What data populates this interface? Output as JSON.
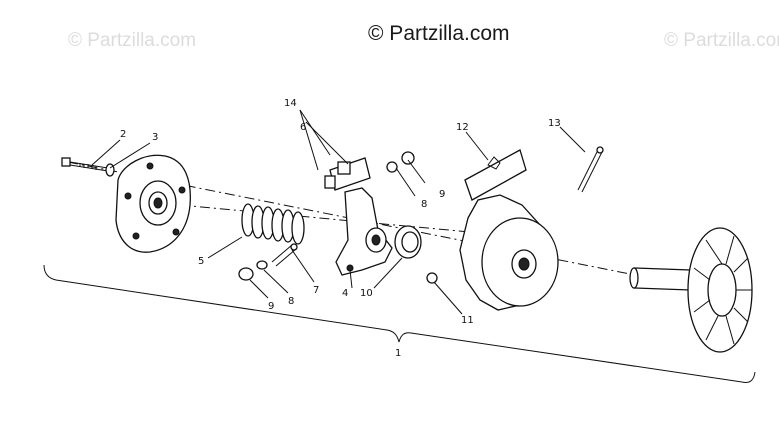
{
  "watermarks": {
    "main": "© Partzilla.com",
    "left": "© Partzilla.com",
    "right": "© Partzilla.com"
  },
  "callouts": {
    "c1": "1",
    "c2": "2",
    "c3": "3",
    "c4": "4",
    "c5": "5",
    "c6": "6",
    "c7": "7",
    "c8a": "8",
    "c8b": "8",
    "c9a": "9",
    "c9b": "9",
    "c10": "10",
    "c11": "11",
    "c12": "12",
    "c13": "13",
    "c14": "14"
  },
  "colors": {
    "ink": "#111111",
    "paper": "#ffffff",
    "watermark_faint": "#dcdcdc"
  }
}
